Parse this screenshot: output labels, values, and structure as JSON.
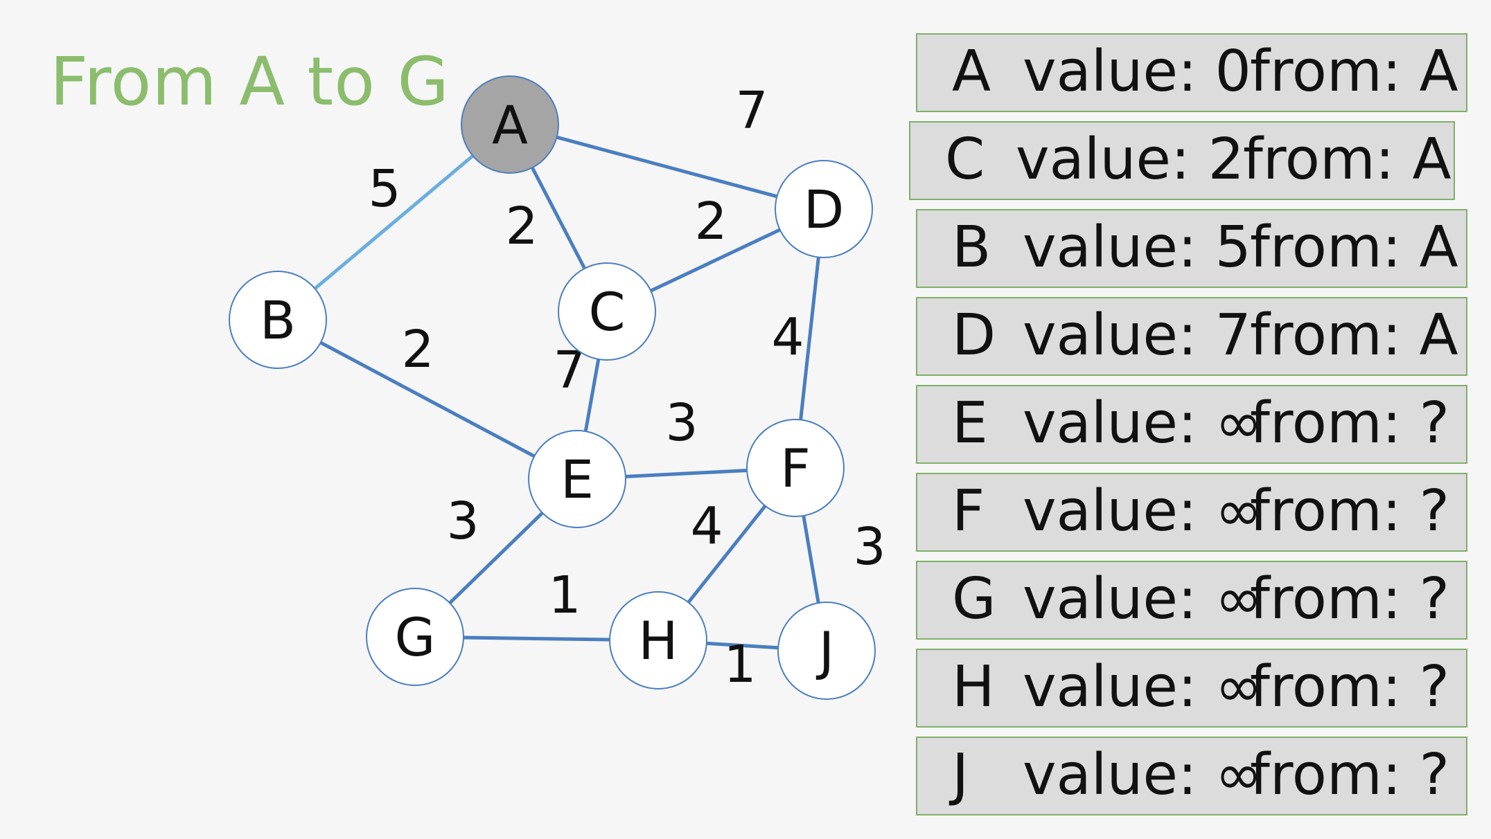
{
  "title": "From A to G",
  "graph": {
    "nodes": [
      {
        "id": "A",
        "label": "A",
        "visited": true
      },
      {
        "id": "B",
        "label": "B",
        "visited": false
      },
      {
        "id": "C",
        "label": "C",
        "visited": false
      },
      {
        "id": "D",
        "label": "D",
        "visited": false
      },
      {
        "id": "E",
        "label": "E",
        "visited": false
      },
      {
        "id": "F",
        "label": "F",
        "visited": false
      },
      {
        "id": "G",
        "label": "G",
        "visited": false
      },
      {
        "id": "H",
        "label": "H",
        "visited": false
      },
      {
        "id": "J",
        "label": "J",
        "visited": false
      }
    ],
    "edges": [
      {
        "from": "A",
        "to": "D",
        "weight": "7"
      },
      {
        "from": "A",
        "to": "B",
        "weight": "5"
      },
      {
        "from": "A",
        "to": "C",
        "weight": "2"
      },
      {
        "from": "C",
        "to": "D",
        "weight": "2"
      },
      {
        "from": "B",
        "to": "E",
        "weight": "2"
      },
      {
        "from": "C",
        "to": "E",
        "weight": "7"
      },
      {
        "from": "D",
        "to": "F",
        "weight": "4"
      },
      {
        "from": "E",
        "to": "F",
        "weight": "3"
      },
      {
        "from": "E",
        "to": "G",
        "weight": "3"
      },
      {
        "from": "F",
        "to": "H",
        "weight": "4"
      },
      {
        "from": "F",
        "to": "J",
        "weight": "3"
      },
      {
        "from": "G",
        "to": "H",
        "weight": "1"
      },
      {
        "from": "H",
        "to": "J",
        "weight": "1"
      }
    ],
    "colors": {
      "edge": "#4a7ec0",
      "edge_highlight": "#6aaee0",
      "node_fill": "#ffffff",
      "node_fill_visited": "#a5a5a5",
      "node_stroke": "#4a7ec0"
    }
  },
  "table": {
    "rows": [
      {
        "name": "A",
        "value": "value: 0",
        "from": "from: A"
      },
      {
        "name": "C",
        "value": "value: 2",
        "from": "from: A"
      },
      {
        "name": "B",
        "value": "value: 5",
        "from": "from: A"
      },
      {
        "name": "D",
        "value": "value: 7",
        "from": "from: A"
      },
      {
        "name": "E",
        "value": "value: ∞",
        "from": "from: ?"
      },
      {
        "name": "F",
        "value": "value: ∞",
        "from": "from: ?"
      },
      {
        "name": "G",
        "value": "value: ∞",
        "from": "from: ?"
      },
      {
        "name": "H",
        "value": "value: ∞",
        "from": "from: ?"
      },
      {
        "name": "J",
        "value": "value: ∞",
        "from": "from: ?"
      }
    ]
  }
}
